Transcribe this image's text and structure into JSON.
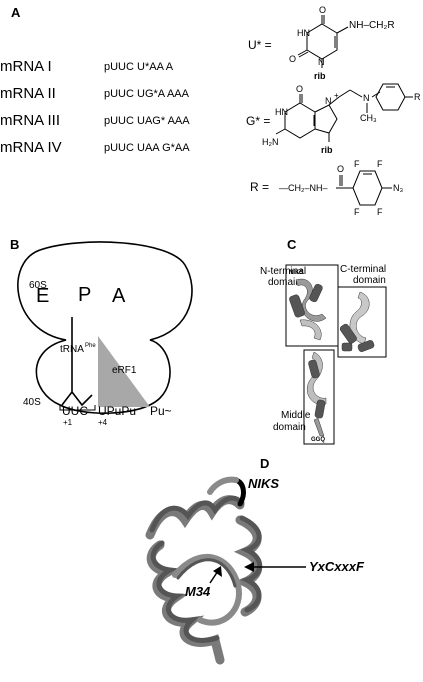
{
  "panels": {
    "a": {
      "label": "A",
      "mrnas": [
        {
          "name": "mRNA I",
          "sequence": "pUUC U*AA A"
        },
        {
          "name": "mRNA II",
          "sequence": "pUUC UG*A AAA"
        },
        {
          "name": "mRNA III",
          "sequence": "pUUC UAG* AAA"
        },
        {
          "name": "mRNA IV",
          "sequence": "pUUC UAA G*AA"
        }
      ],
      "u_star": {
        "label": "U* =",
        "substituent": "NH–CH₂R",
        "rib": "rib",
        "o": "O",
        "hn": "HN",
        "n": "N"
      },
      "g_star": {
        "label": "G* =",
        "rib": "rib",
        "nh2": "H₂N",
        "hn": "HN",
        "o": "O",
        "n": "N",
        "nplus": "N",
        "ch3": "CH₃",
        "r": "R",
        "ring_n": "N",
        "plus": "+"
      },
      "r_group": {
        "label": "R =",
        "linker": "—CH₂–NH–",
        "o": "O",
        "f": "F",
        "n3": "N₃"
      }
    },
    "b": {
      "label": "B",
      "sixty_s": "60S",
      "forty_s": "40S",
      "sites": [
        "E",
        "P",
        "A"
      ],
      "trna": "tRNA",
      "trna_sup": "Phe",
      "erf1": "eRF1",
      "codon_p": "UUC",
      "codon_a": "UPuPu",
      "downstream": "Pu~",
      "pos_plus1": "+1",
      "pos_plus4": "+4"
    },
    "c": {
      "label": "C",
      "n_terminal": [
        "N-terminal",
        "domain"
      ],
      "c_terminal": [
        "C-terminal",
        "domain"
      ],
      "middle": [
        "Middle",
        "domain"
      ],
      "niks": "NIKS",
      "ggq": "GGQ"
    },
    "d": {
      "label": "D",
      "niks": "NIKS",
      "motif": "YxCxxxF",
      "m34": "M34"
    }
  },
  "colors": {
    "ink": "#000000",
    "gray_helix": "#7a7a7a",
    "dark_helix": "#555555",
    "wedge": "#a8a8a8"
  }
}
